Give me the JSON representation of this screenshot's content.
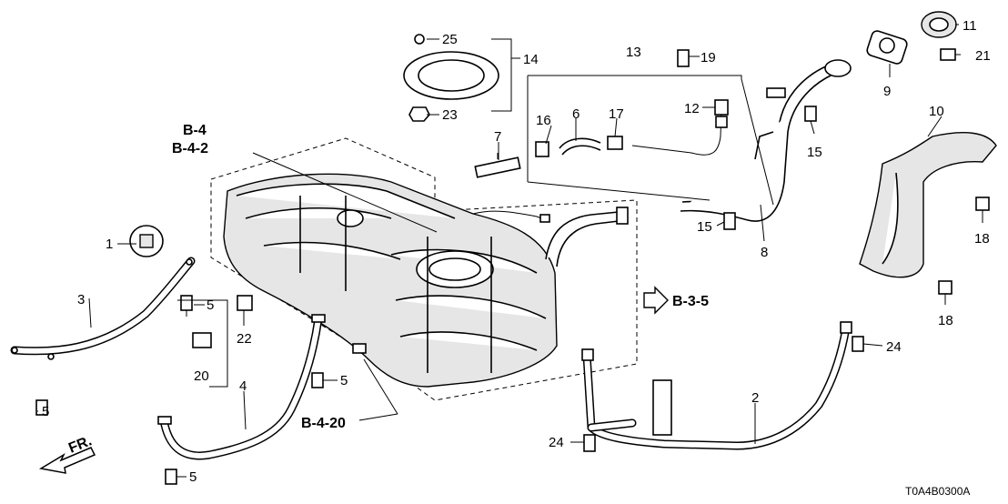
{
  "diagram": {
    "code": "T0A4B0300A",
    "direction_label": "FR.",
    "refs": {
      "b4": "B-4",
      "b42": "B-4-2",
      "b420": "B-4-20",
      "b35": "B-3-5"
    },
    "callouts": {
      "c1": "1",
      "c2": "2",
      "c3": "3",
      "c4": "4",
      "c5a": "5",
      "c5b": "5",
      "c5c": "5",
      "c5d": "5",
      "c6": "6",
      "c7": "7",
      "c8": "8",
      "c9": "9",
      "c10": "10",
      "c11": "11",
      "c12": "12",
      "c13": "13",
      "c14": "14",
      "c15a": "15",
      "c15b": "15",
      "c16": "16",
      "c17": "17",
      "c18a": "18",
      "c18b": "18",
      "c19": "19",
      "c20": "20",
      "c21": "21",
      "c22": "22",
      "c23": "23",
      "c24a": "24",
      "c24b": "24",
      "c25": "25"
    }
  }
}
